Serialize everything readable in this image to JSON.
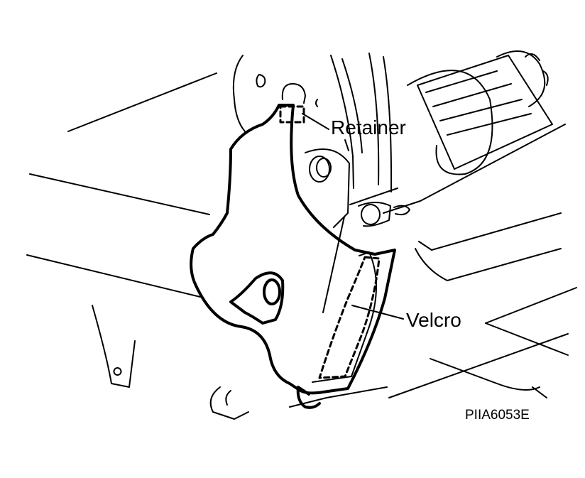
{
  "diagram": {
    "callouts": {
      "retainer": "Retainer",
      "velcro": "Velcro"
    },
    "figure_code": "PIIA6053E",
    "colors": {
      "ink": "#000000",
      "paper": "#ffffff"
    },
    "icons": {
      "retainer_marker": "dashed-square-outline",
      "velcro_marker": "dashed-strip-outline"
    }
  }
}
